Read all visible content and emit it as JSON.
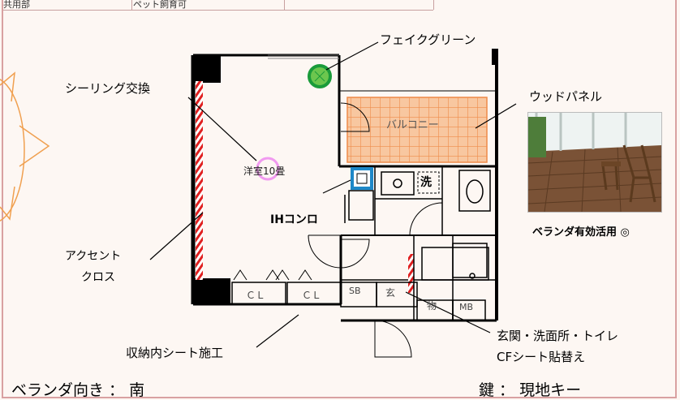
{
  "header": {
    "cell_1": "共用部",
    "cell_2": "ペット飼育可"
  },
  "plan_labels": {
    "balcony": "バルコニー",
    "room": "洋室10畳",
    "wash": "洗",
    "closet_1": "ＣＬ",
    "closet_2": "ＣＬ",
    "sb": "SB",
    "entrance": "玄",
    "storage": "物",
    "mb": "MB"
  },
  "callouts": {
    "fake_green": "フェイクグリーン",
    "ceiling": "シーリング交換",
    "wood_panel": "ウッドパネル",
    "ih": "IHコンロ",
    "accent_line1": "アクセント",
    "accent_line2": "クロス",
    "storage_sheet": "収納内シート施工",
    "entrance_line1": "玄関・洗面所・トイレ",
    "entrance_line2": "CFシート貼替え",
    "veranda_use": "ベランダ有効活用 ◎"
  },
  "footer": {
    "veranda_direction": "ベランダ向き ： 南",
    "key": "鍵 ： 現地キー"
  },
  "colors": {
    "border_accent": "#d9a1a1",
    "sun": "#f0a050",
    "balcony_fill": "#f8c7a0",
    "balcony_grid": "#ef8b4a",
    "green_marker": "#1a9b3a",
    "ceiling_marker": "#f19af0",
    "ih_marker": "#1e88c8",
    "accent_stripe": "#e02020",
    "wall": "#000000"
  }
}
